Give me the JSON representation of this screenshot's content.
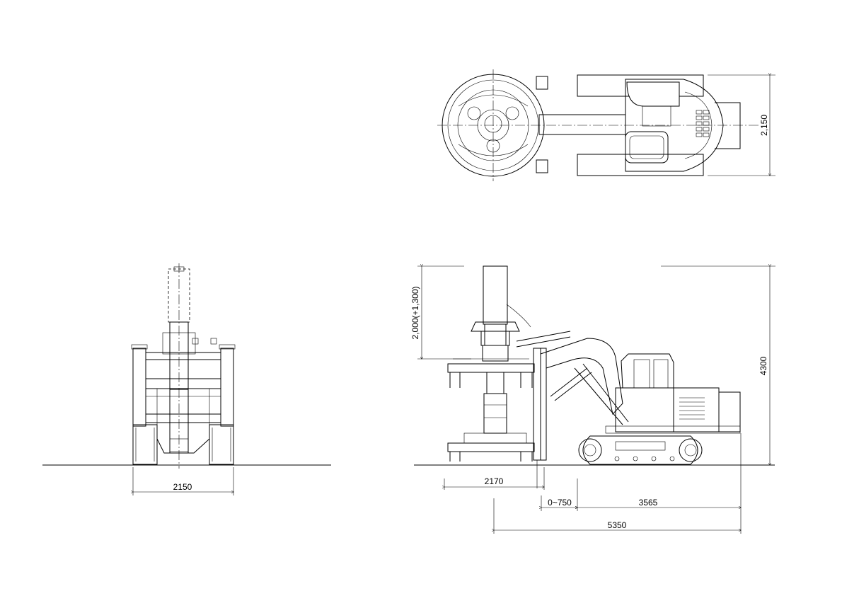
{
  "drawing": {
    "front_view": {
      "width_dim": "2150"
    },
    "top_view": {
      "width_dim": "2,150"
    },
    "side_view": {
      "height_dim": "4300",
      "stroke_dim": "2,000(+1,300)",
      "reach_dim": "2170",
      "offset_dim": "0~750",
      "rear_dim": "3565",
      "overall_dim": "5350"
    }
  }
}
